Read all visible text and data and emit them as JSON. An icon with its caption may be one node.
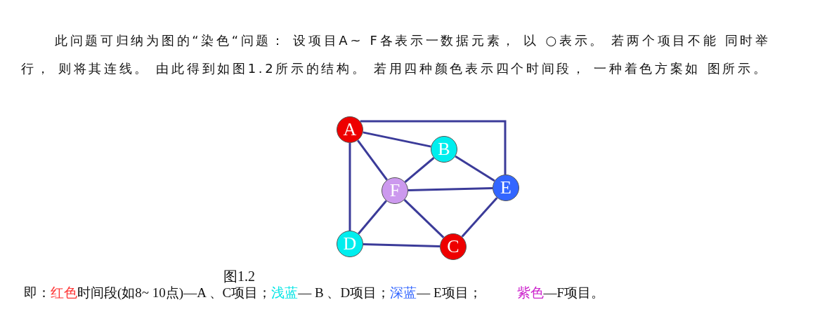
{
  "diagram": {
    "caption": "图1.2",
    "nodes": [
      {
        "text": [
          "A"
        ]
      },
      {
        "text": [
          "B"
        ]
      },
      {
        "text": [
          "E"
        ]
      },
      {
        "text": [
          "F"
        ]
      },
      {
        "text": [
          "D"
        ]
      },
      {
        "text": [
          "C"
        ]
      }
    ],
    "edges": [
      {
        "from": 0,
        "to": 2,
        "arrow": "none"
      },
      {
        "from": 0,
        "to": 1,
        "arrow": "none"
      },
      {
        "from": 0,
        "to": 3,
        "arrow": "none"
      },
      {
        "from": 0,
        "to": 4,
        "arrow": "none"
      },
      {
        "from": 1,
        "to": 3,
        "arrow": "none"
      },
      {
        "from": 1,
        "to": 2,
        "arrow": "none"
      },
      {
        "from": 3,
        "to": 2,
        "arrow": "none"
      },
      {
        "from": 3,
        "to": 4,
        "arrow": "none"
      },
      {
        "from": 3,
        "to": 5,
        "arrow": "none"
      },
      {
        "from": 4,
        "to": 5,
        "arrow": "none"
      },
      {
        "from": 5,
        "to": 2,
        "arrow": "none"
      }
    ],
    "labels": [
      "此问题可归纳为图的“染色“问题： 设项目A~ F各表示一数据元素， 以 ○表示。 若两个项目不能 同时举行， 则将其连线。 由此得到如图1.2所示的结构。 若用四种颜色表示四个时间段， 一种着色方案如 图所示。",
      "即：",
      "红色",
      "时间段(如8~ 10点)—A 、C项目；",
      "浅蓝",
      "— B 、D项目；",
      "深蓝",
      "— E项目；",
      "紫色",
      "—F项目。"
    ]
  }
}
